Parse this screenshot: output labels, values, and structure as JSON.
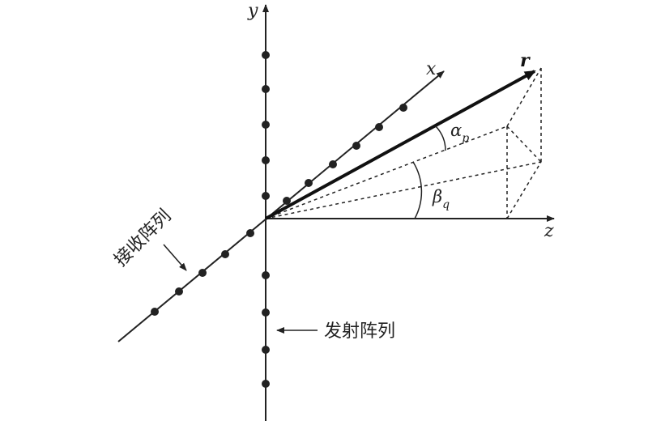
{
  "axes": {
    "x": "x",
    "y": "y",
    "z": "z"
  },
  "vector": {
    "label": "r"
  },
  "angles": {
    "alpha": {
      "symbol": "α",
      "subscript": "p"
    },
    "beta": {
      "symbol": "β",
      "subscript": "q"
    }
  },
  "arrays": {
    "receive": {
      "label": "接收阵列"
    },
    "transmit": {
      "label": "发射阵列"
    }
  }
}
